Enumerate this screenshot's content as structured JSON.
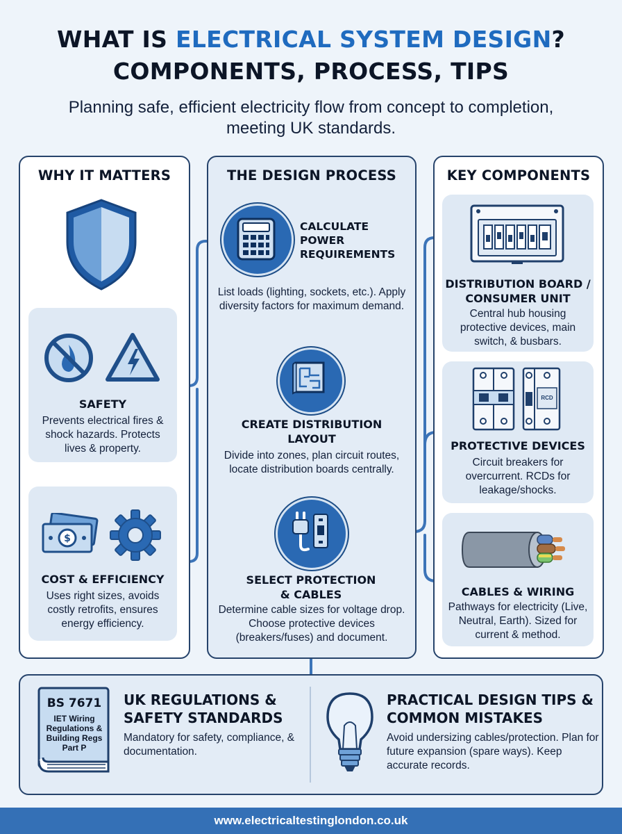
{
  "header": {
    "title_part1": "WHAT IS ",
    "title_highlight": "ELECTRICAL SYSTEM DESIGN",
    "title_part2": "?",
    "title_line2": "COMPONENTS, PROCESS, TIPS",
    "subtitle": "Planning safe, efficient electricity flow from concept to completion, meeting UK standards."
  },
  "why": {
    "heading": "WHY IT MATTERS",
    "safety": {
      "title": "SAFETY",
      "text": "Prevents electrical fires & shock hazards. Protects lives & property."
    },
    "cost": {
      "title": "COST & EFFICIENCY",
      "text": "Uses right sizes, avoids costly retrofits, ensures energy efficiency."
    }
  },
  "process": {
    "heading": "THE DESIGN PROCESS",
    "step1": {
      "title": "CALCULATE POWER REQUIREMENTS",
      "text": "List loads (lighting, sockets, etc.). Apply diversity factors for maximum demand."
    },
    "step2": {
      "title": "CREATE DISTRIBUTION LAYOUT",
      "text": "Divide into zones, plan circuit routes, locate distribution boards centrally."
    },
    "step3": {
      "title": "SELECT PROTECTION & CABLES",
      "text": "Determine cable sizes for voltage drop. Choose protective devices (breakers/fuses) and document."
    }
  },
  "components": {
    "heading": "KEY COMPONENTS",
    "board": {
      "title": "DISTRIBUTION BOARD / CONSUMER UNIT",
      "text": "Central hub housing protective devices, main switch, & busbars."
    },
    "protective": {
      "title": "PROTECTIVE DEVICES",
      "text": "Circuit breakers for overcurrent. RCDs for leakage/shocks.",
      "rcd_label": "RCD"
    },
    "cables": {
      "title": "CABLES & WIRING",
      "text": "Pathways for electricity (Live, Neutral, Earth). Sized for current & method."
    }
  },
  "regulations": {
    "book_line1": "BS 7671",
    "book_line2": "IET Wiring Regulations & Building Regs Part P",
    "title": "UK REGULATIONS & SAFETY STANDARDS",
    "text": "Mandatory for safety, compliance, & documentation."
  },
  "tips": {
    "title": "PRACTICAL DESIGN TIPS & COMMON MISTAKES",
    "text": "Avoid undersizing cables/protection. Plan for future expansion (spare ways). Keep accurate records."
  },
  "footer": {
    "url": "www.electricaltestinglondon.co.uk"
  },
  "colors": {
    "accent": "#1f6bbf",
    "navy": "#26436b",
    "footer": "#3470b6",
    "card": "#dfe9f4"
  }
}
